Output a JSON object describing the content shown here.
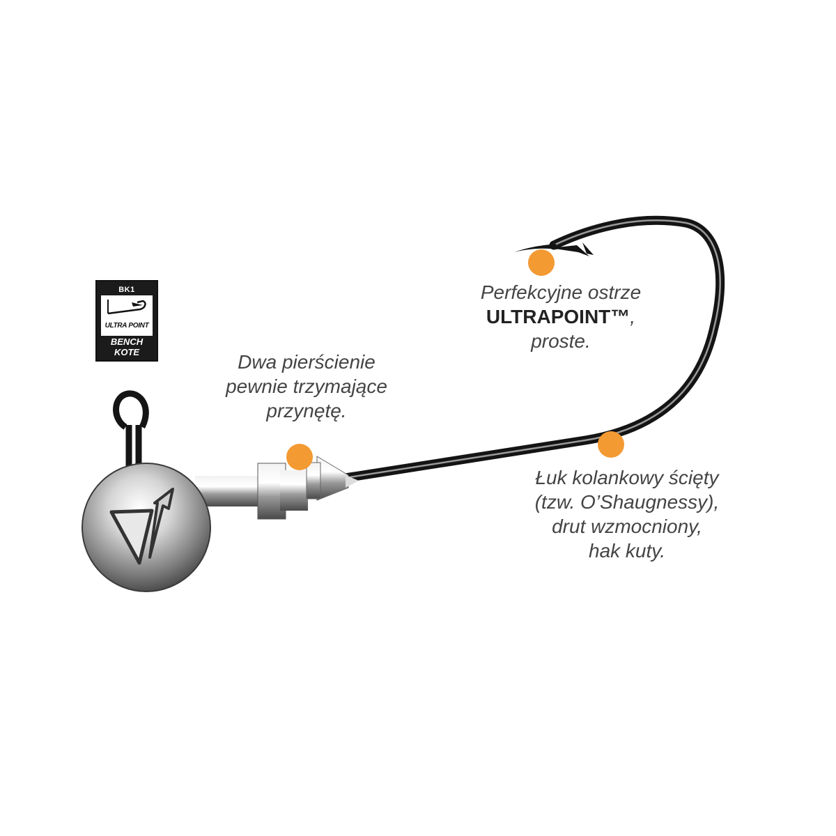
{
  "badge": {
    "code": "BK1",
    "line2": "ULTRA POINT",
    "line3": "BENCH",
    "line4": "KOTE"
  },
  "callouts": {
    "rings": [
      "Dwa pierścienie",
      "pewnie trzymające",
      "przynętę."
    ],
    "point": {
      "line1": "Perfekcyjne ostrze",
      "brand_bold": "ULTRA",
      "brand_regular": "POINT™",
      "brand_suffix": ",",
      "line3": "proste."
    },
    "bend": [
      "Łuk kolankowy ścięty",
      "(tzw. O’Shaugnessy),",
      "drut wzmocniony,",
      "hak kuty."
    ]
  },
  "colors": {
    "callout_dot": "#f39a33",
    "label_text": "#444444",
    "badge_background": "#1b1b1b"
  }
}
